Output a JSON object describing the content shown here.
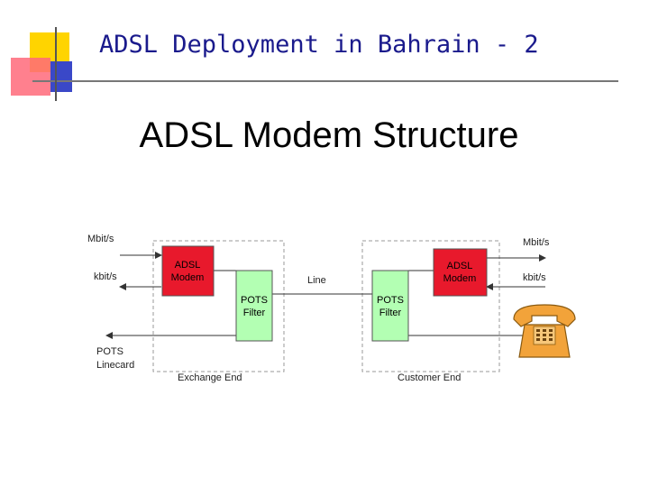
{
  "slide": {
    "title": "ADSL Deployment in Bahrain - 2",
    "heading": "ADSL Modem Structure"
  },
  "diagram": {
    "exchange": {
      "mbits_label": "Mbit/s",
      "kbits_label": "kbit/s",
      "modem_label_1": "ADSL",
      "modem_label_2": "Modem",
      "filter_label_1": "POTS",
      "filter_label_2": "Filter",
      "linecard_label_1": "POTS",
      "linecard_label_2": "Linecard",
      "box_caption": "Exchange End"
    },
    "line_label": "Line",
    "customer": {
      "mbits_label": "Mbit/s",
      "kbits_label": "kbit/s",
      "modem_label_1": "ADSL",
      "modem_label_2": "Modem",
      "filter_label_1": "POTS",
      "filter_label_2": "Filter",
      "box_caption": "Customer End"
    },
    "colors": {
      "modem": "#e8192c",
      "filter": "#b3ffb3",
      "title": "#1a1a8c",
      "phone": "#f2a33a"
    },
    "icons": {
      "phone": "telephone-icon"
    }
  }
}
